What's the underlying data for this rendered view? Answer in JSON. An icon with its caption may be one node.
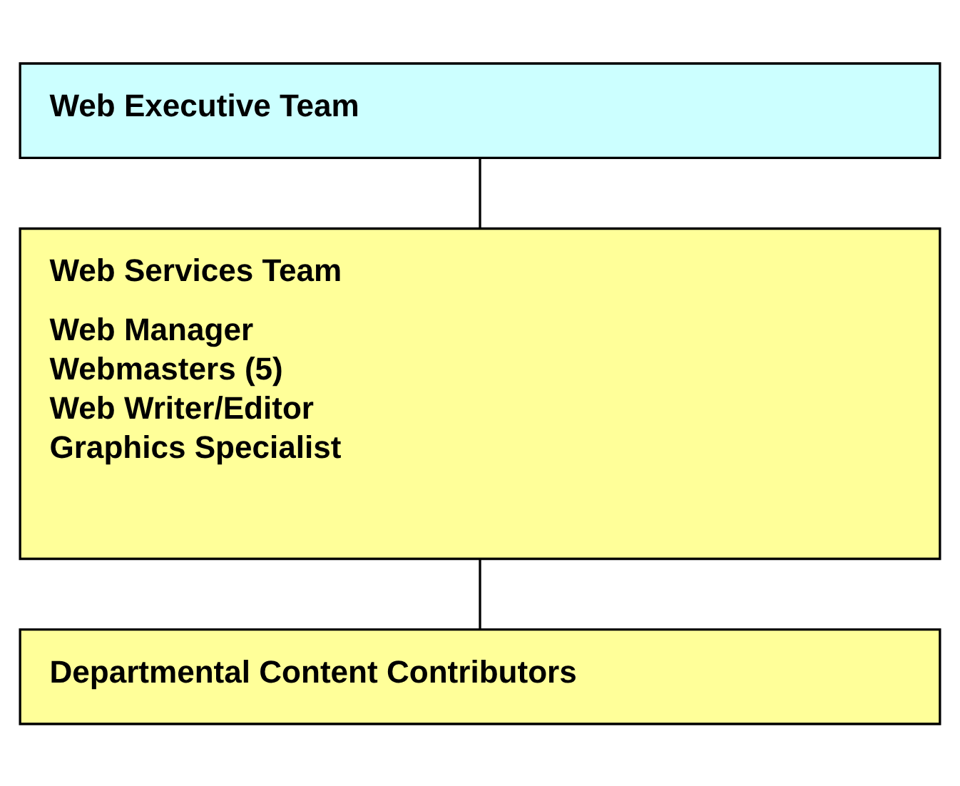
{
  "diagram": {
    "nodes": [
      {
        "text": [
          "Web Executive Team"
        ]
      },
      {
        "text": [
          "Web Services Team",
          "Web Manager",
          "Webmasters (5)",
          "Web Writer/Editor",
          "Graphics Specialist"
        ]
      },
      {
        "text": [
          "Departmental Content Contributors"
        ]
      }
    ],
    "edges": [
      {
        "from": 0,
        "to": 1,
        "arrow": "none"
      },
      {
        "from": 1,
        "to": 2,
        "arrow": "none"
      }
    ]
  }
}
